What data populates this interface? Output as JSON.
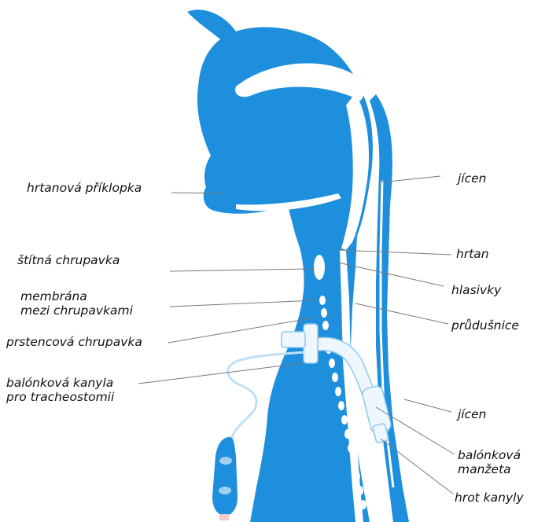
{
  "colors": {
    "anatomy": "#1d8fdc",
    "cannula": "#eef7fe",
    "cannula_outline": "#8ec8ee",
    "balloon": "#1d8fdc",
    "leader_line": "#7a7a7a",
    "text": "#111111"
  },
  "labels": {
    "left": {
      "epiglottis": "hrtanová příklopka",
      "thyroid_cartilage": "štítná chrupavka",
      "membrane_line1": "membrána",
      "membrane_line2": "mezi chrupavkami",
      "cricoid_cartilage": "prstencová chrupavka",
      "cannula_line1": "balónková kanyla",
      "cannula_line2": "pro tracheostomii"
    },
    "right": {
      "esophagus_top": "jícen",
      "larynx": "hrtan",
      "vocal_cords": "hlasivky",
      "trachea": "průdušnice",
      "esophagus_bottom": "jícen",
      "cuff_line1": "balónková",
      "cuff_line2": "manžeta",
      "tip": "hrot kanyly"
    }
  }
}
